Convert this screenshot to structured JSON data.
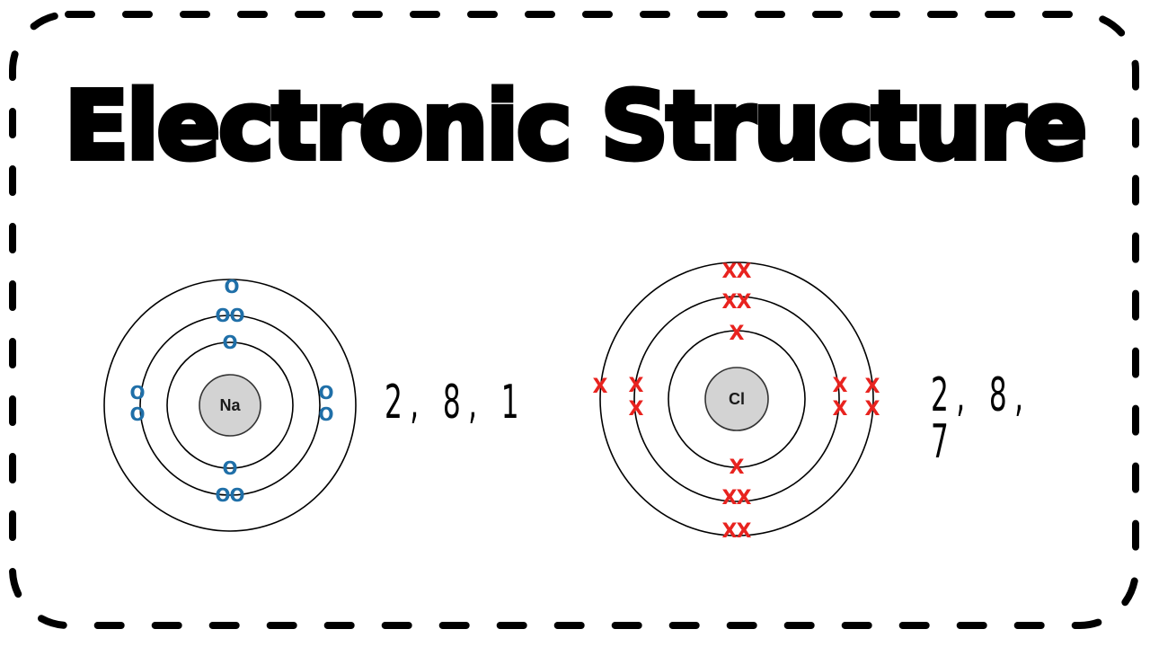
{
  "title": "Electronic Structure",
  "atoms": [
    {
      "symbol": "Na",
      "configuration": "2, 8, 1",
      "electron_symbol": "O",
      "electron_color": "#1f6fa8",
      "shells": [
        2,
        8,
        1
      ]
    },
    {
      "symbol": "Cl",
      "configuration": "2, 8, 7",
      "electron_symbol": "X",
      "electron_color": "#e8231f",
      "shells": [
        2,
        8,
        7
      ]
    }
  ],
  "colors": {
    "nucleus_fill": "#d3d3d3",
    "ink": "#000000"
  }
}
